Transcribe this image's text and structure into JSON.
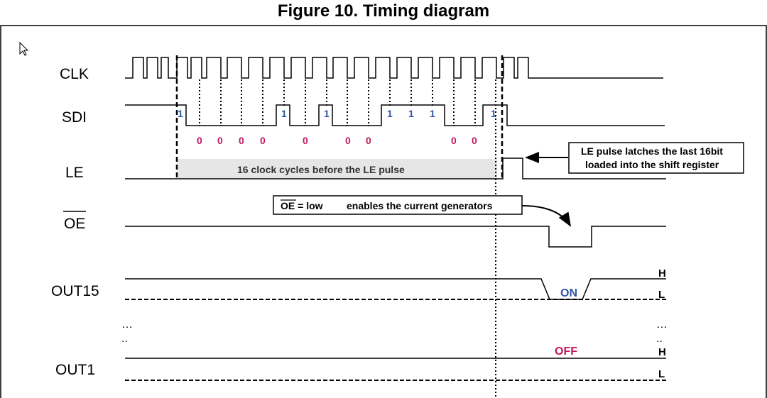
{
  "figure": {
    "title": "Figure 10. Timing diagram"
  },
  "signals": {
    "clk": "CLK",
    "sdi": "SDI",
    "le": "LE",
    "oe": "OE",
    "out15": "OUT15",
    "out1": "OUT1"
  },
  "sdi_bits": [
    "1",
    "0",
    "0",
    "0",
    "0",
    "1",
    "0",
    "1",
    "0",
    "0",
    "1",
    "1",
    "1",
    "0",
    "0",
    "1"
  ],
  "notes": {
    "clock_cycles": "16 clock cycles before the LE pulse",
    "le_latch_line1": "LE pulse latches the last 16bit",
    "le_latch_line2": "loaded into the shift register",
    "oe_low_prefix": "OE",
    "oe_low_suffix": " = low",
    "oe_enables": "enables the current generators"
  },
  "levels": {
    "high": "H",
    "low": "L"
  },
  "states": {
    "on": "ON",
    "off": "OFF"
  },
  "ellipsis": {
    "row1": "…",
    "row2": ".."
  },
  "cursor_icon": "arrow-cursor-icon"
}
